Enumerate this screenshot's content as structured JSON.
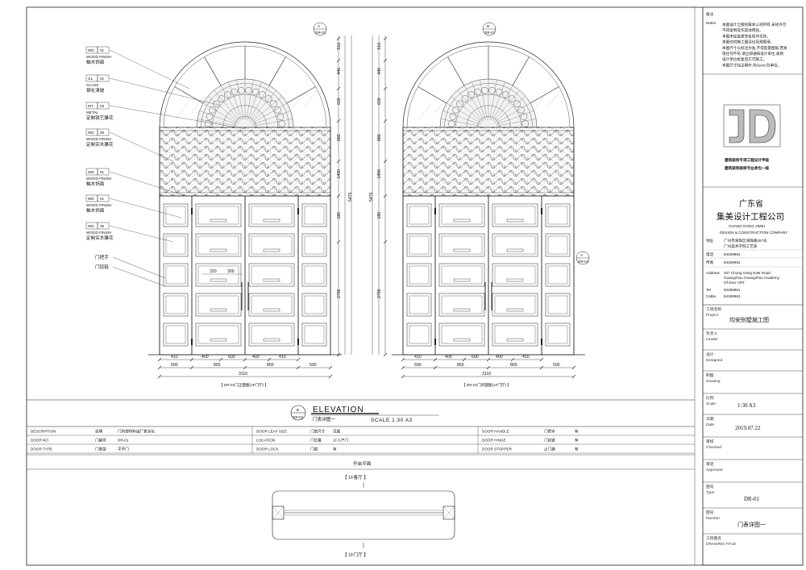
{
  "notes": {
    "title": "备注",
    "lines": [
      "本图设计之版权属本公司所有,未经许可",
      "不得复制及作其他用途。",
      "本图未经盖章签名视作无效。",
      "本图仅供施工图深化及预算用。",
      "本图尺寸以标注为准,不得度量图纸,若发",
      "现任何不符,请立即通知设计单位,收到",
      "设计单位批复后方可施工。",
      "本图尺寸除注明外,均以mm为单位。"
    ],
    "side_label": "Notes"
  },
  "company": {
    "logo_text": "JD",
    "qual1": "建筑装饰专项工程设计甲级",
    "qual2": "建筑装饰装修专业承包一级",
    "name_line1": "广东省",
    "name_line2": "集美设计工程公司",
    "en_line1": "GUANG DONG JIMEI",
    "en_line2": "DESIGN & CONSTRUCTION COMPANY",
    "addr_label": "地址",
    "addr_line1": "广州市海珠区海珠路257号",
    "addr_line2": "广州美术学院工艺系",
    "tel_label": "电话",
    "tel": "84269981",
    "fax_label": "传真",
    "fax": "84269981",
    "en_addr_label": "Address",
    "en_addr_line1": "257 Chong Gang East Road",
    "en_addr_line2": "Guangzhou Guangzhou Academy",
    "en_addr_line3": "Of Decr ART",
    "en_tel_label": "Tel",
    "en_fax_label": "Cable"
  },
  "title_block": {
    "project_cn": "工程名称",
    "project_en": "Project",
    "project_value": "均安别墅施工图",
    "leader_cn": "负责人",
    "leader_en": "Leader",
    "designed_cn": "设计",
    "designed_en": "Designed",
    "drawing_cn": "制图",
    "drawing_en": "Drawing",
    "scale_cn": "比例",
    "scale_en": "Scale",
    "scale_value": "1:30 A3",
    "date_cn": "日期",
    "date_en": "Date",
    "date_value": "2019.07.22",
    "checked_cn": "审核",
    "checked_en": "Checked",
    "approved_cn": "审定",
    "approved_en": "Approved",
    "type_cn": "图号",
    "type_en": "Type",
    "type_value": "DR-01",
    "number_cn": "图号",
    "number_en": "Number",
    "number_value": "门表详图一",
    "dtitle_cn": "工程图名",
    "dtitle_en": "DRAWING TITLE"
  },
  "left_labels": [
    {
      "code": "WD",
      "num": "01",
      "en": "WOOD FINISH",
      "cn": "釉木饰面"
    },
    {
      "code": "GL",
      "num": "01",
      "en": "GLASS",
      "cn": "钢化清玻"
    },
    {
      "code": "MT",
      "num": "03",
      "en": "METAL",
      "cn": "定制铁艺雕花"
    },
    {
      "code": "WD",
      "num": "05",
      "en": "WOOD FINISH",
      "cn": "定制实木雕花"
    },
    {
      "code": "WD",
      "num": "01",
      "en": "WOOD FINISH",
      "cn": "釉木饰面"
    },
    {
      "code": "WD",
      "num": "01",
      "en": "WOOD FINISH",
      "cn": "釉木饰面"
    },
    {
      "code": "WD",
      "num": "05",
      "en": "WOOD FINISH",
      "cn": "定制实木雕花"
    }
  ],
  "small_labels": [
    "门把手",
    "门铰链"
  ],
  "door_left": {
    "caption": "【 DR-01门正面图(1F门厅) 】",
    "bottom_dims": [
      "410",
      "400",
      "600",
      "400",
      "410"
    ],
    "mid_dims": [
      "590",
      "865",
      "865",
      "590"
    ],
    "total": "3110",
    "right_dims": [
      "516",
      "446",
      "600",
      "880",
      "1490",
      "180",
      "2790",
      "5476"
    ],
    "inner_dims": [
      "320",
      "300"
    ]
  },
  "door_right": {
    "caption": "【 DR-01门背面图(1F门厅) 】",
    "bottom_dims": [
      "410",
      "400",
      "600",
      "400",
      "410"
    ],
    "mid_dims": [
      "590",
      "865",
      "865",
      "590"
    ],
    "total": "3110",
    "left_dims": [
      "516",
      "446",
      "600",
      "880",
      "1490",
      "180",
      "2790",
      "5476"
    ]
  },
  "callouts": {
    "left_top": "DR-01",
    "left_top_sub": "A",
    "right_top": "DR-01",
    "right_top_sub": "B",
    "right_side": "DR-01",
    "right_side_sub": "A"
  },
  "elevation": {
    "circle_top": "B",
    "circle_bottom": "DR-01",
    "title": "ELEVATION",
    "subtitle": "门表详图一",
    "scale": "SCALE 1:30 A3"
  },
  "spec_table": [
    [
      {
        "en": "DESCRIPTION",
        "cn": "说明",
        "val": "门内部材料由厂家深化"
      },
      {
        "en": "DOOR LEAF SIZE",
        "cn": "门扇尺寸",
        "val": "见图"
      },
      {
        "en": "DOOR HANDLE",
        "cn": "门把手",
        "val": "有"
      }
    ],
    [
      {
        "en": "DOOR NO.",
        "cn": "门编号",
        "val": "DR-01"
      },
      {
        "en": "LOCATION",
        "cn": "门位置",
        "val": "1F入户门"
      },
      {
        "en": "DOOR HINGE",
        "cn": "门铰链",
        "val": "有"
      }
    ],
    [
      {
        "en": "DOOR TYPE",
        "cn": "门类型",
        "val": "平开门"
      },
      {
        "en": "DOOR LOCK",
        "cn": "门锁",
        "val": "有"
      },
      {
        "en": "DOOR STOPPER",
        "cn": "止门器",
        "val": "有"
      }
    ]
  ],
  "plan": {
    "title": "开启平面",
    "top_label": "【 1F客厅 】",
    "bottom_label": "【 1F门厅 】"
  }
}
